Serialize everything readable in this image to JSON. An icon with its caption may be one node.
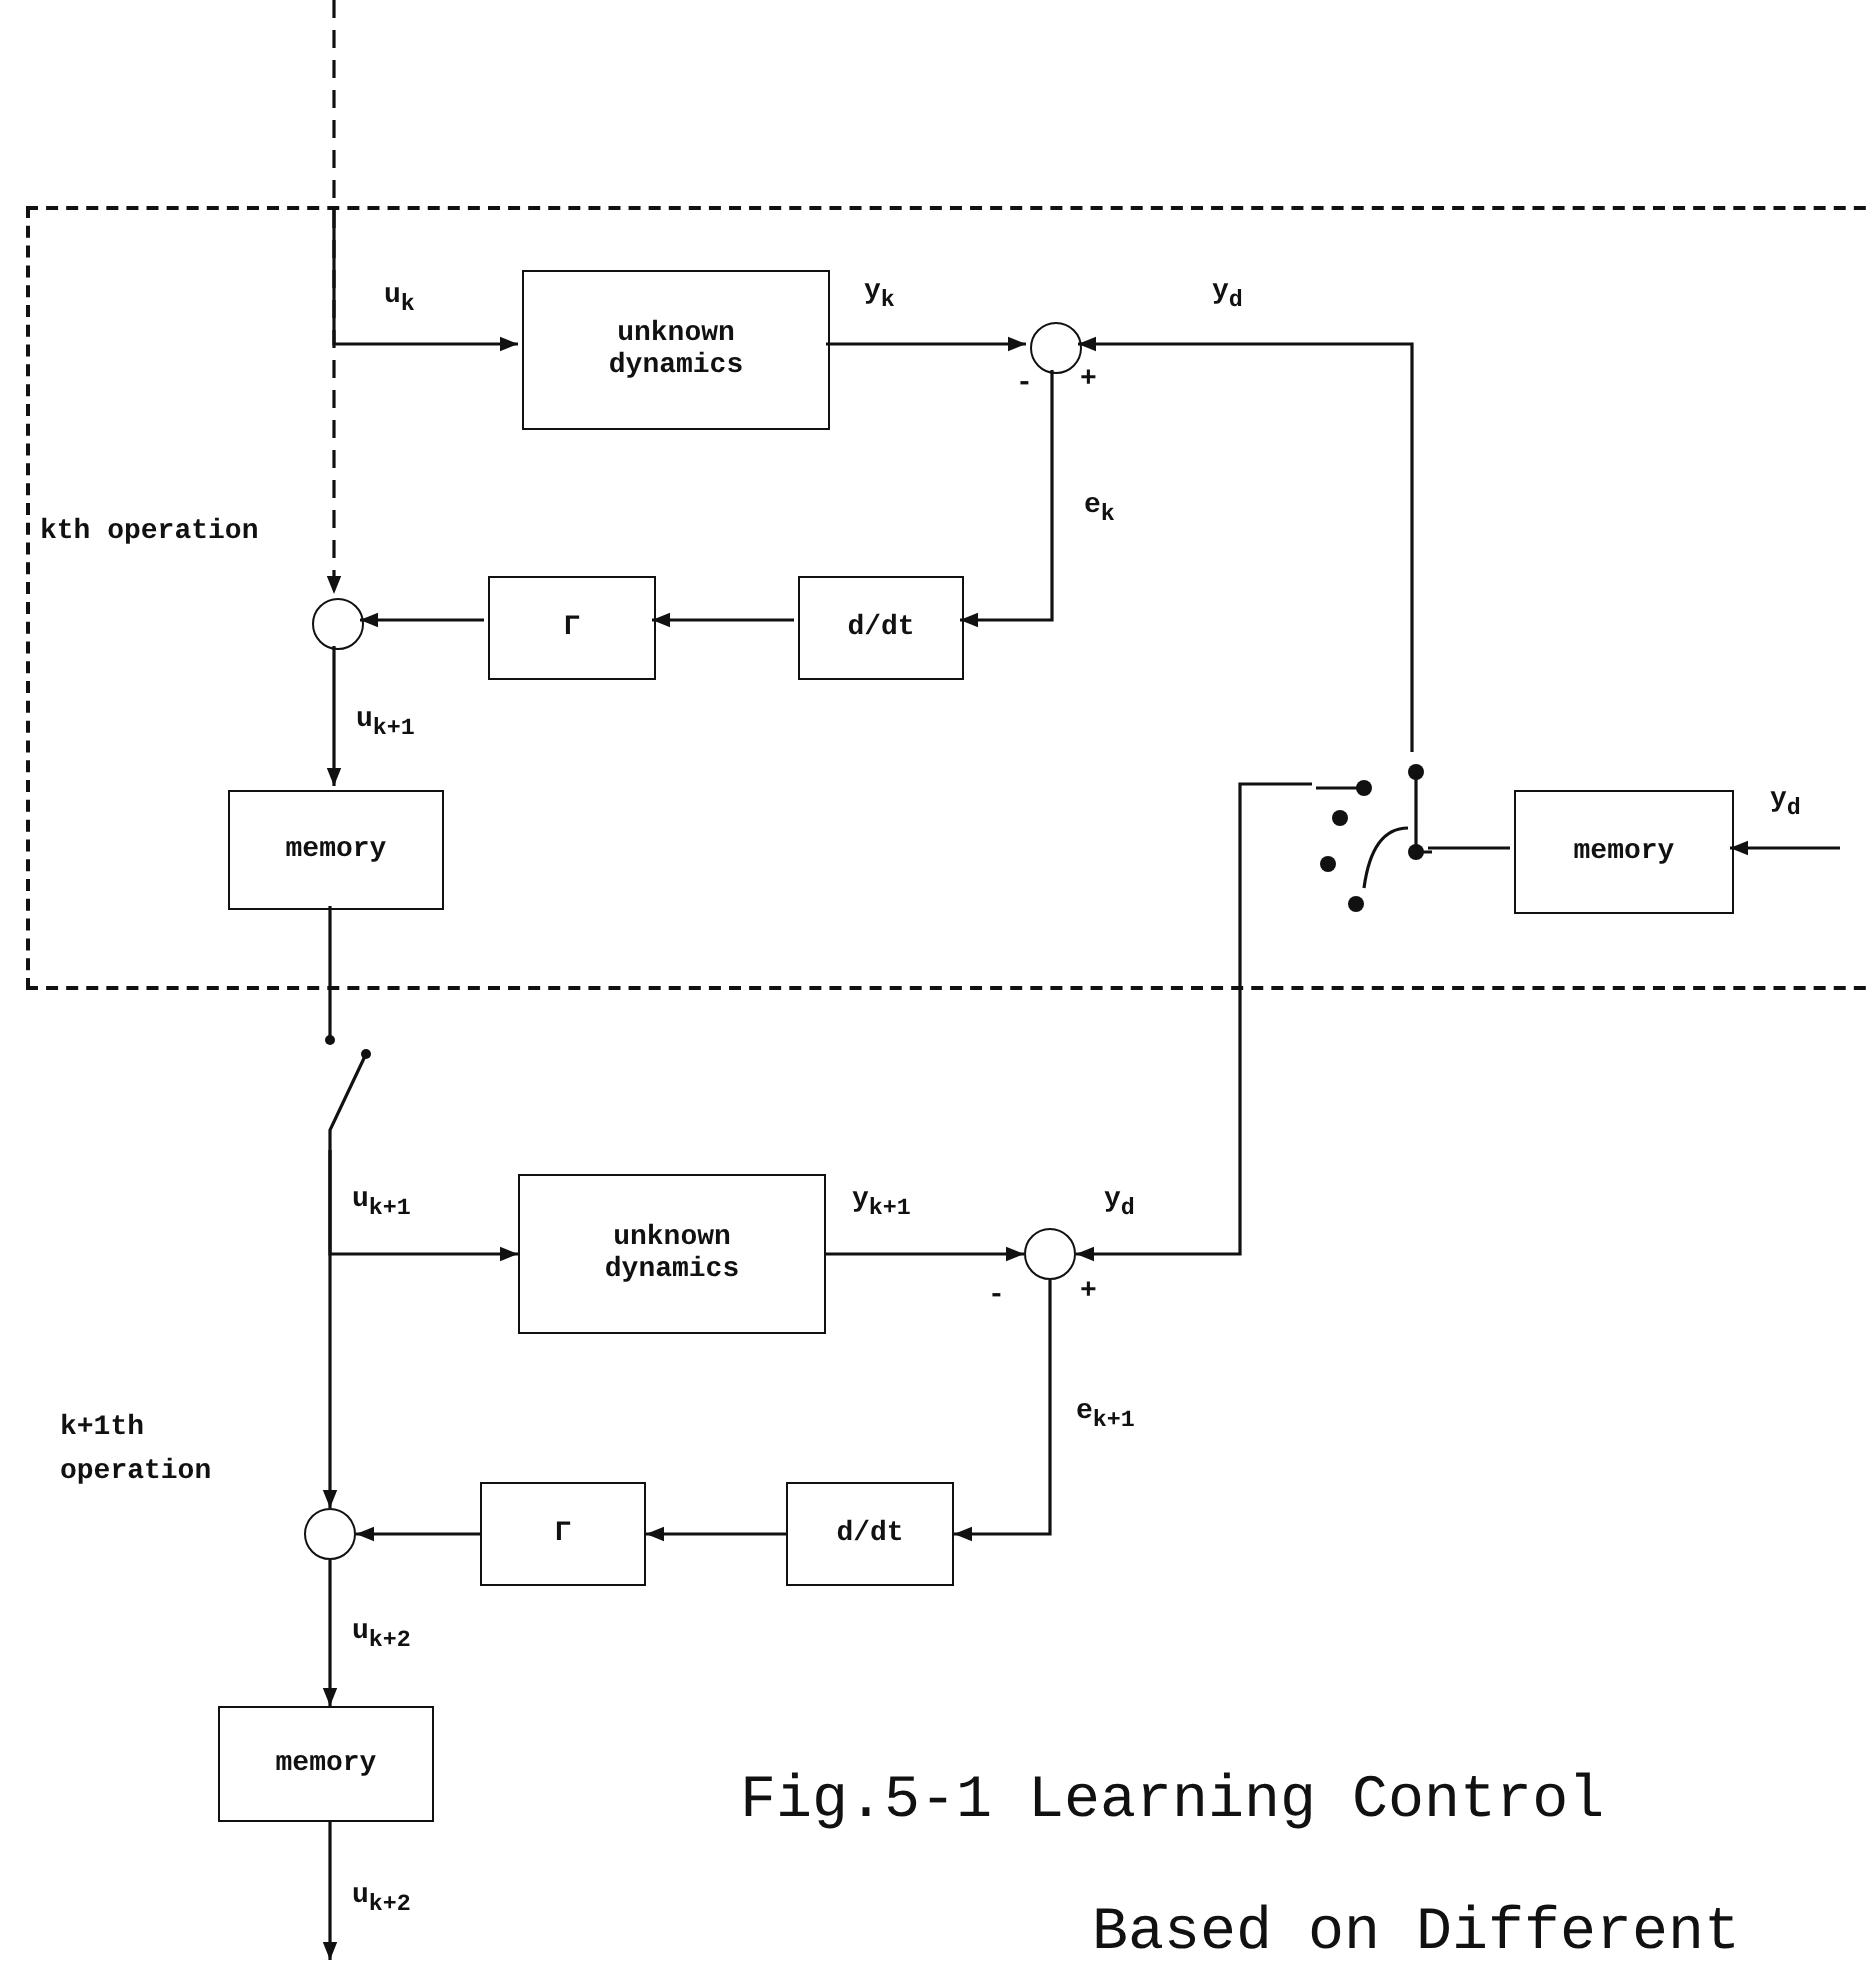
{
  "diagram": {
    "caption": "Fig.5-1 Learning Control Based on Different",
    "nodes": [
      {
        "text": [],
        "shape": "box"
      },
      {
        "text": [
          "unknown dynamics"
        ],
        "in": 0
      },
      {
        "text": [],
        "shape": "circle",
        "in": 0,
        "beside": [
          "-",
          "+"
        ]
      },
      {
        "text": [
          "d/dt"
        ],
        "in": 0
      },
      {
        "text": [
          "Γ"
        ],
        "in": 0
      },
      {
        "text": [],
        "shape": "circle",
        "in": 0,
        "beside": [
          "kth operation"
        ]
      },
      {
        "text": [
          "memory"
        ],
        "in": 0
      },
      {
        "text": [],
        "shape": "switch",
        "in": 0
      },
      {
        "text": [
          "memory"
        ],
        "in": 0
      },
      {
        "text": [],
        "shape": "switch"
      },
      {
        "text": [
          "unknown dynamics"
        ]
      },
      {
        "text": [],
        "shape": "circle",
        "beside": [
          "-",
          "+"
        ]
      },
      {
        "text": [
          "d/dt"
        ]
      },
      {
        "text": [
          "Γ"
        ]
      },
      {
        "text": [],
        "shape": "circle",
        "beside": [
          "k+1th operation"
        ]
      },
      {
        "text": [
          "memory"
        ]
      }
    ],
    "edges": [
      {
        "from": null,
        "to": 1,
        "arrow": "to",
        "label": "u$_{k}$"
      },
      {
        "from": null,
        "to": 5,
        "arrow": "to",
        "style": "dashed"
      },
      {
        "from": 1,
        "to": 2,
        "arrow": "to",
        "label": "y$_{k}$"
      },
      {
        "from": 7,
        "to": 2,
        "arrow": "to",
        "label": "y$_{d}$"
      },
      {
        "from": 2,
        "to": 3,
        "arrow": "to",
        "label": "e$_{k}$"
      },
      {
        "from": 3,
        "to": 4,
        "arrow": "to"
      },
      {
        "from": 4,
        "to": 5,
        "arrow": "to"
      },
      {
        "from": 5,
        "to": 6,
        "arrow": "to",
        "label": "u$_{k+1}$"
      },
      {
        "from": 8,
        "to": 7,
        "arrow": "none"
      },
      {
        "from": null,
        "to": 8,
        "arrow": "to",
        "label": "y$_{d}$"
      },
      {
        "from": 6,
        "to": 9,
        "arrow": "none"
      },
      {
        "from": 9,
        "to": 10,
        "arrow": "to",
        "label": "u$_{k+1}$"
      },
      {
        "from": 9,
        "to": 14,
        "arrow": "to"
      },
      {
        "from": 10,
        "to": 11,
        "arrow": "to",
        "label": "y$_{k+1}$"
      },
      {
        "from": 7,
        "to": 11,
        "arrow": "to",
        "label": "y$_{d}$"
      },
      {
        "from": 11,
        "to": 12,
        "arrow": "to",
        "label": "e$_{k+1}$"
      },
      {
        "from": 12,
        "to": 13,
        "arrow": "to"
      },
      {
        "from": 13,
        "to": 14,
        "arrow": "to"
      },
      {
        "from": 14,
        "to": 15,
        "arrow": "to",
        "label": "u$_{k+2}$"
      },
      {
        "from": 15,
        "to": null,
        "arrow": "to",
        "label": "u$_{k+2}$"
      }
    ]
  }
}
